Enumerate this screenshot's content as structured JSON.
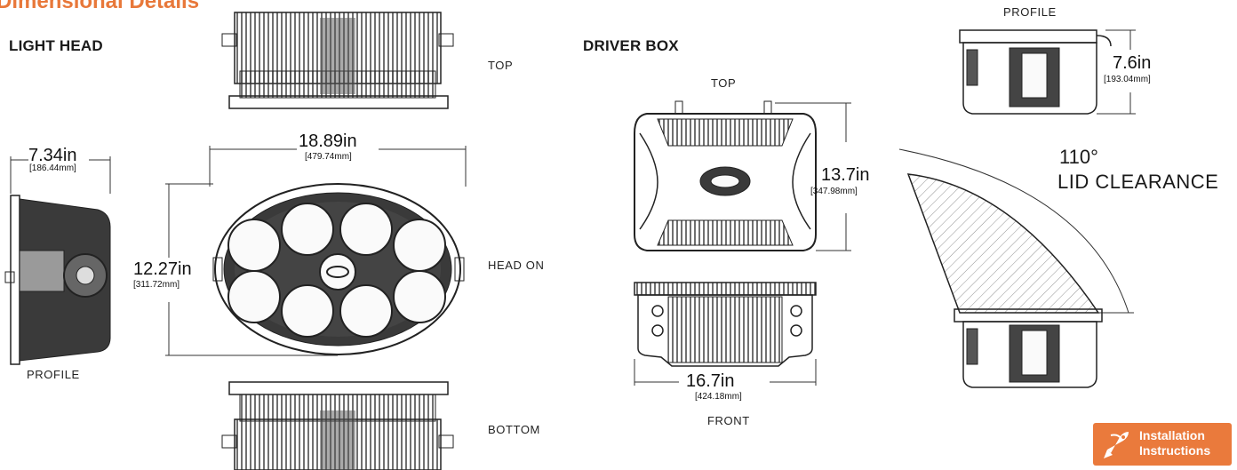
{
  "page": {
    "title": "Dimensional Details"
  },
  "light_head": {
    "heading": "LIGHT HEAD",
    "views": {
      "top": "TOP",
      "head_on": "HEAD ON",
      "bottom": "BOTTOM",
      "profile": "PROFILE"
    },
    "depth": {
      "value": "7.34in",
      "metric": "[186.44mm]"
    },
    "width": {
      "value": "18.89in",
      "metric": "[479.74mm]"
    },
    "height": {
      "value": "12.27in",
      "metric": "[311.72mm]"
    }
  },
  "driver_box": {
    "heading": "DRIVER BOX",
    "views": {
      "top": "TOP",
      "front": "FRONT",
      "profile": "PROFILE"
    },
    "depth": {
      "value": "13.7in",
      "metric": "[347.98mm]"
    },
    "width": {
      "value": "16.7in",
      "metric": "[424.18mm]"
    },
    "height": {
      "value": "7.6in",
      "metric": "[193.04mm]"
    },
    "lid": {
      "angle": "110°",
      "label": "LID CLEARANCE"
    }
  },
  "install_button": {
    "line1": "Installation",
    "line2": "Instructions"
  },
  "colors": {
    "accent": "#e8783a",
    "drawing": "#2a2a2a",
    "fill_dark": "#3a3a3a"
  }
}
